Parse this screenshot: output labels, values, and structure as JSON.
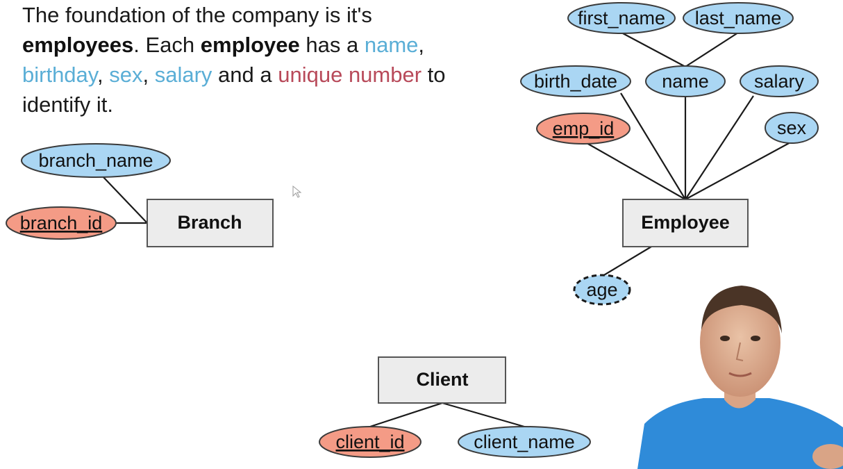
{
  "intro": {
    "p1": "The foundation of the company is it's ",
    "b1": "employees",
    "p2": ". Each ",
    "b2": "employee",
    "p3": " has a ",
    "a1": "name",
    "s1": ", ",
    "a2": "birthday",
    "s2": ", ",
    "a3": "sex",
    "s3": ", ",
    "a4": "salary",
    "p4": " and a ",
    "k1": "unique number",
    "p5": " to identify it."
  },
  "entities": {
    "branch": "Branch",
    "employee": "Employee",
    "client": "Client"
  },
  "attributes": {
    "branch_name": "branch_name",
    "branch_id": "branch_id",
    "first_name": "first_name",
    "last_name": "last_name",
    "birth_date": "birth_date",
    "name": "name",
    "salary": "salary",
    "emp_id": "emp_id",
    "sex": "sex",
    "age": "age",
    "client_id": "client_id",
    "client_name": "client_name"
  },
  "colors": {
    "attribute_fill": "#aad6f3",
    "key_fill": "#f49b86",
    "entity_fill": "#ececec",
    "text_attribute": "#5aaed6",
    "text_key": "#b84a5a"
  }
}
